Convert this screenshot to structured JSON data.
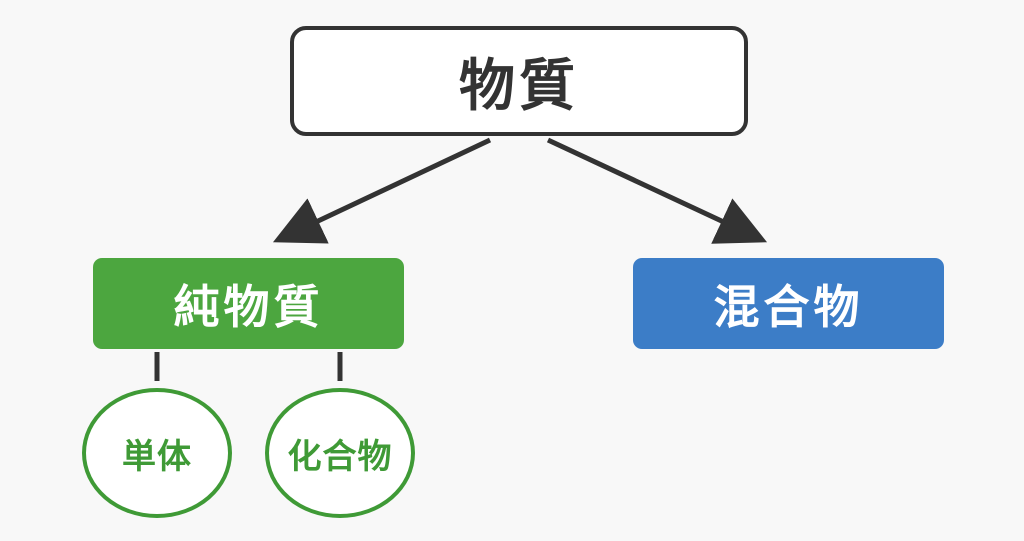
{
  "root": {
    "label": "物質"
  },
  "branches": {
    "pure": {
      "label": "純物質",
      "color": "#4ca63f"
    },
    "mixture": {
      "label": "混合物",
      "color": "#3c7dc7"
    }
  },
  "leaves": [
    {
      "label": "単体"
    },
    {
      "label": "化合物"
    }
  ],
  "colors": {
    "line": "#333333",
    "leaf_border": "#3f9a36",
    "leaf_text": "#3f9a36"
  }
}
